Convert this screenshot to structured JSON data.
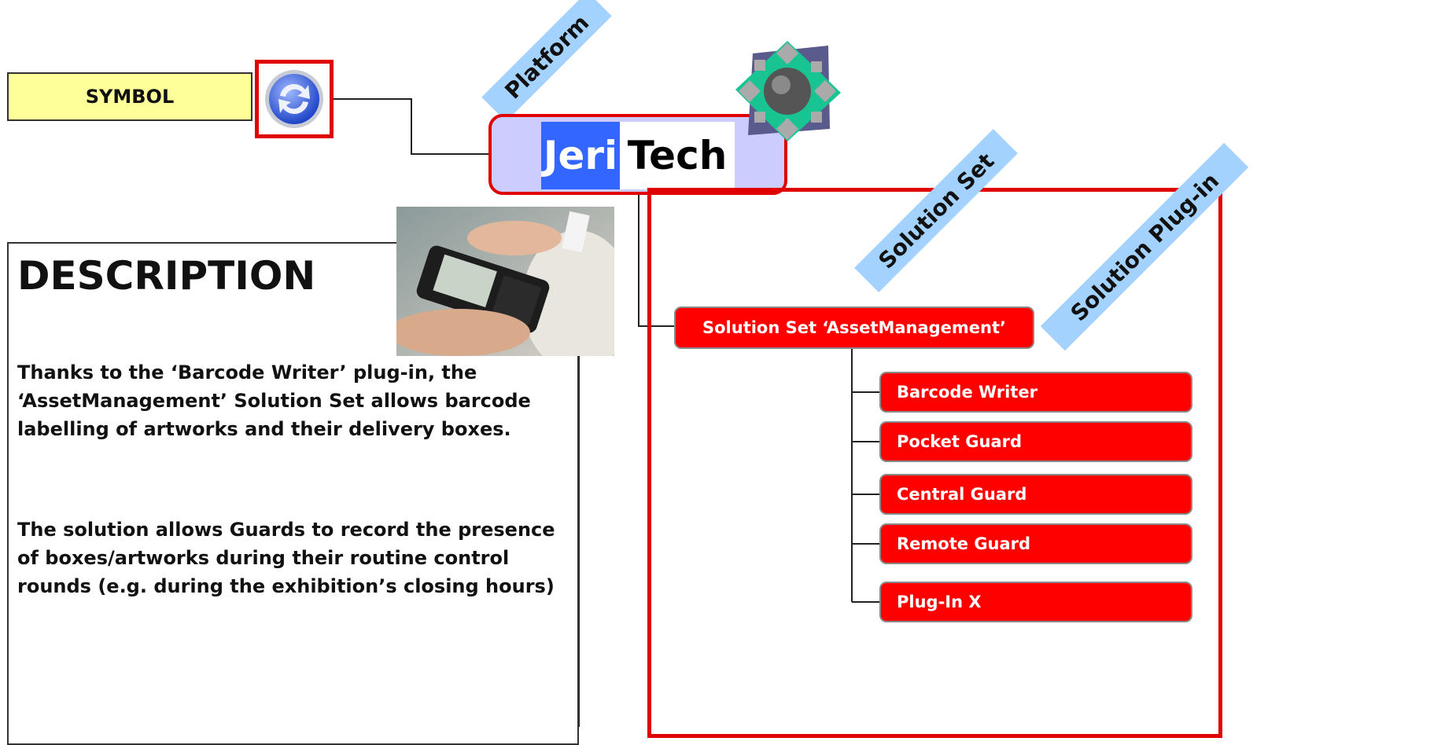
{
  "symbol": {
    "label": "SYMBOL",
    "icon": "sync-arrows-icon"
  },
  "tags": {
    "platform": "Platform",
    "solution_set": "Solution Set",
    "solution_plugin": "Solution Plug-in"
  },
  "platform": {
    "logo_part1": "Jeri",
    "logo_part2": "Tech"
  },
  "description": {
    "title": "DESCRIPTION",
    "paragraphs": [
      "Thanks to the ‘Barcode Writer’ plug-in,  the ‘AssetManagement’ Solution Set allows barcode labelling of artworks and their delivery boxes.",
      "The solution allows Guards to record the presence of boxes/artworks during their routine control rounds (e.g. during the exhibition’s closing hours)"
    ]
  },
  "solution_set": {
    "label": "Solution Set ‘AssetManagement’",
    "plugins": [
      "Barcode Writer",
      "Pocket Guard",
      "Central Guard",
      "Remote Guard",
      "Plug-In X"
    ]
  },
  "colors": {
    "accent_red": "#e00000",
    "node_red": "#ff0000",
    "tag_blue": "#a4d2ff",
    "platform_fill": "#ccccff",
    "symbol_fill": "#ffff99",
    "logo_blue": "#3366ff"
  }
}
